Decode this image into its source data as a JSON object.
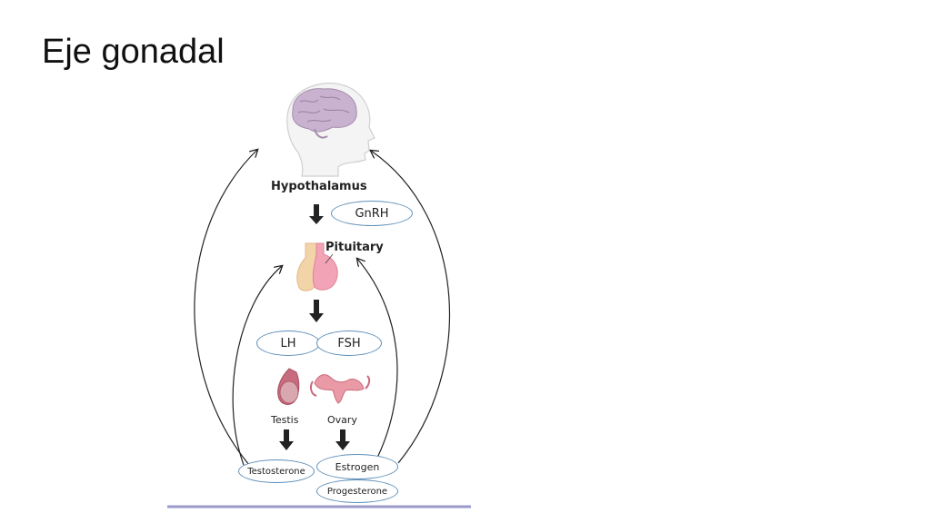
{
  "slide": {
    "title": "Eje gonadal"
  },
  "diagram": {
    "hypothalamus": "Hypothalamus",
    "gnrh": "GnRH",
    "pituitary": "Pituitary",
    "lh": "LH",
    "fsh": "FSH",
    "testis": "Testis",
    "ovary": "Ovary",
    "testosterone": "Testosterone",
    "estrogen": "Estrogen",
    "progesterone": "Progesterone",
    "colors": {
      "pill_border": "#5f8fb8",
      "arrow": "#222222",
      "baseline": "#9a9acb",
      "pituitary_left": "#f3d3a8",
      "pituitary_right": "#f2a3b6"
    }
  }
}
